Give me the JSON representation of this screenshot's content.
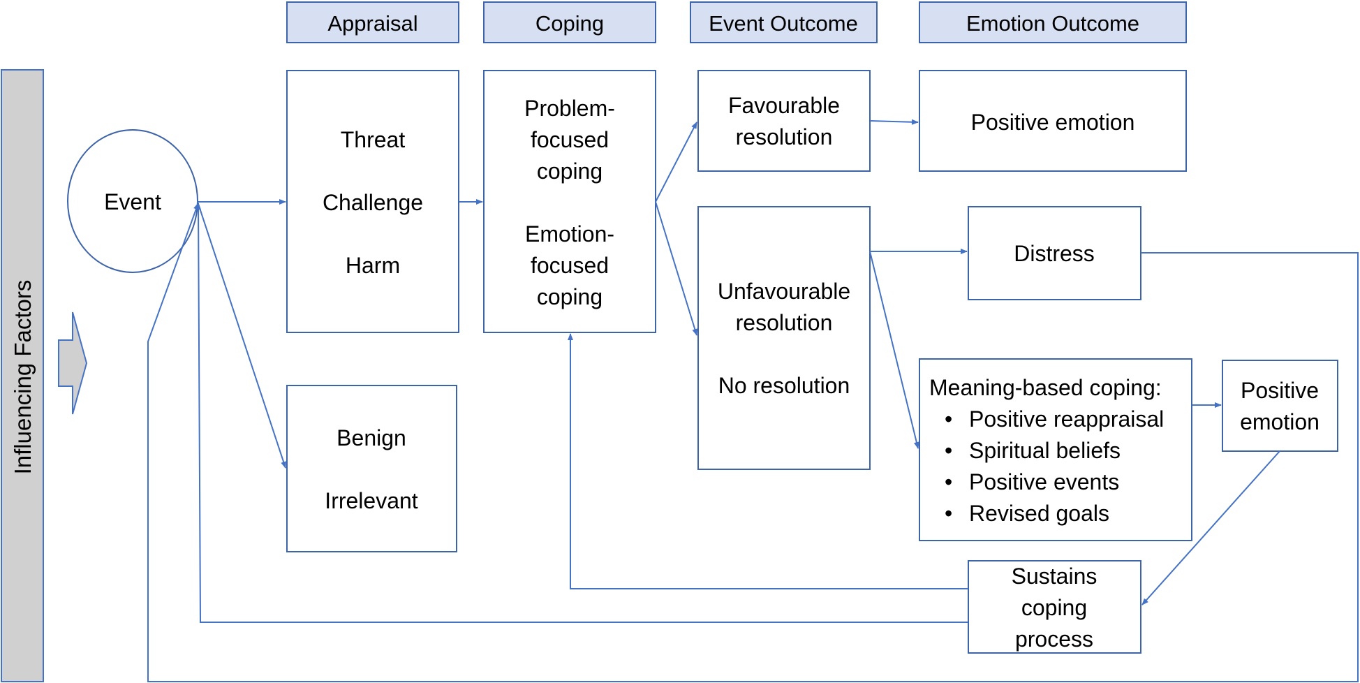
{
  "colors": {
    "line": "#4472c4",
    "header_fill": "#d6e0f2",
    "side_bar_fill": "#d0d0d0",
    "box_border": "#3d63a8"
  },
  "side_bar": {
    "label": "Influencing Factors"
  },
  "headers": {
    "appraisal": "Appraisal",
    "coping": "Coping",
    "event_outcome": "Event Outcome",
    "emotion_outcome": "Emotion Outcome"
  },
  "nodes": {
    "event": {
      "label": "Event"
    },
    "threat_box": {
      "lines": [
        "Threat",
        "Challenge",
        "Harm"
      ]
    },
    "benign_box": {
      "lines": [
        "Benign",
        "Irrelevant"
      ]
    },
    "coping_box": {
      "lines": [
        "Problem-",
        "focused",
        "coping",
        "Emotion-",
        "focused",
        "coping"
      ]
    },
    "favourable_box": {
      "lines": [
        "Favourable",
        "resolution"
      ]
    },
    "unfavourable_box": {
      "lines": [
        "Unfavourable",
        "resolution",
        "No resolution"
      ]
    },
    "positive_emotion_top": {
      "label": "Positive emotion"
    },
    "distress_box": {
      "label": "Distress"
    },
    "meaning_box": {
      "title": "Meaning-based coping:",
      "items": [
        "Positive reappraisal",
        "Spiritual beliefs",
        "Positive events",
        "Revised goals"
      ]
    },
    "positive_emotion_right": {
      "lines": [
        "Positive",
        "emotion"
      ]
    },
    "sustains_box": {
      "lines": [
        "Sustains",
        "coping",
        "process"
      ]
    }
  }
}
